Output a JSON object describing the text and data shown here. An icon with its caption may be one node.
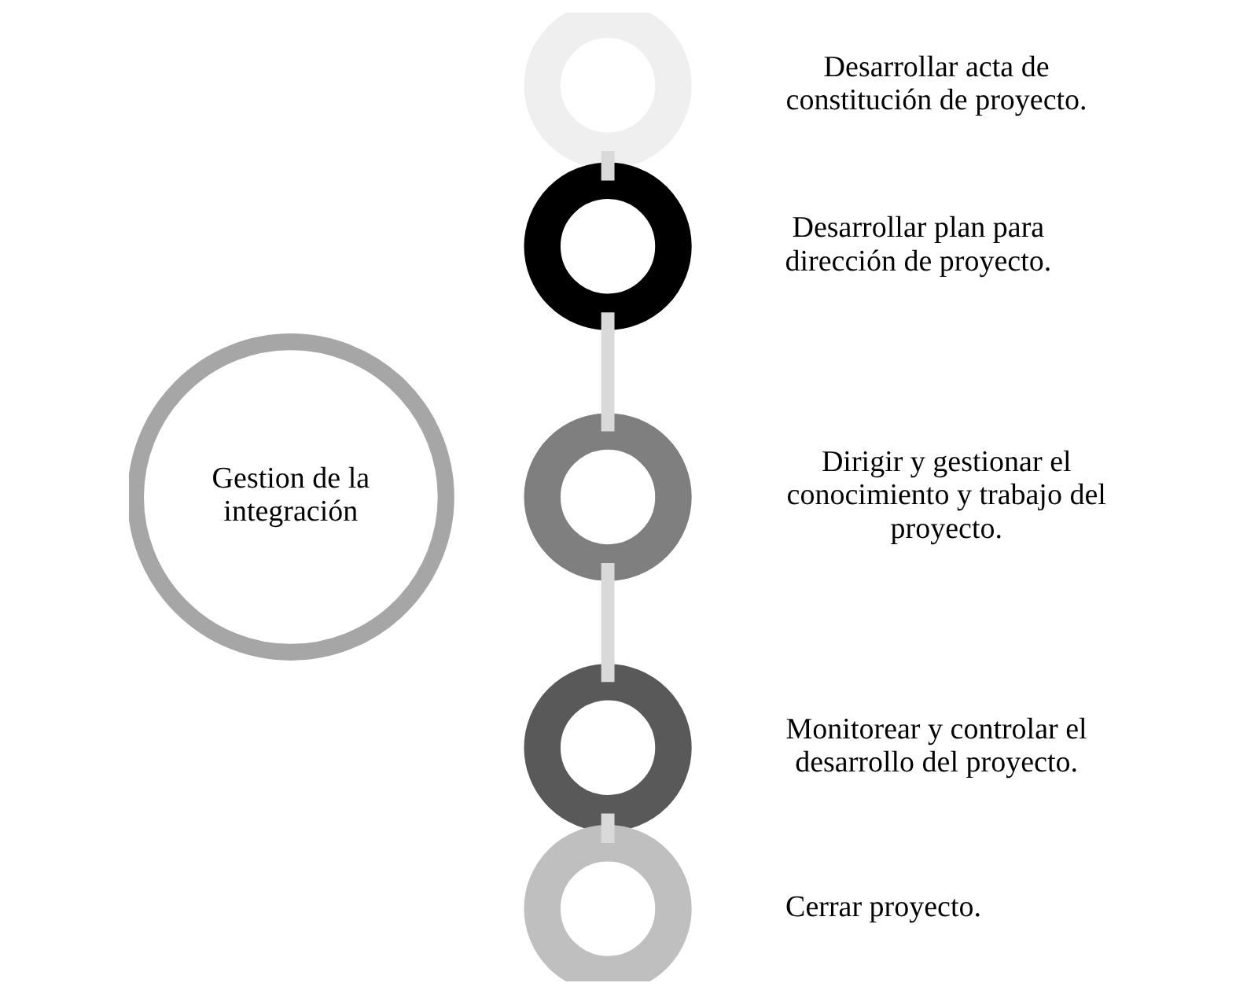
{
  "diagram": {
    "nodes": [
      {
        "text": [
          "Gestion de la integración"
        ]
      },
      {
        "text": [],
        "shape": "circle",
        "beside": [
          "Desarrollar acta de constitución de proyecto."
        ]
      },
      {
        "text": [],
        "shape": "circle",
        "beside": [
          "Desarrollar plan para dirección de proyecto."
        ]
      },
      {
        "text": [],
        "shape": "circle",
        "beside": [
          "Dirigir y gestionar el conocimiento y trabajo del proyecto."
        ]
      },
      {
        "text": [],
        "shape": "circle",
        "beside": [
          "Monitorear y controlar el desarrollo del proyecto."
        ]
      },
      {
        "text": [],
        "shape": "circle",
        "beside": [
          "Cerrar proyecto."
        ]
      }
    ],
    "edges": [
      {
        "from": 1,
        "to": 2,
        "arrow": "none"
      },
      {
        "from": 2,
        "to": 3,
        "arrow": "none"
      },
      {
        "from": 3,
        "to": 4,
        "arrow": "none"
      },
      {
        "from": 4,
        "to": 5,
        "arrow": "none"
      }
    ]
  }
}
